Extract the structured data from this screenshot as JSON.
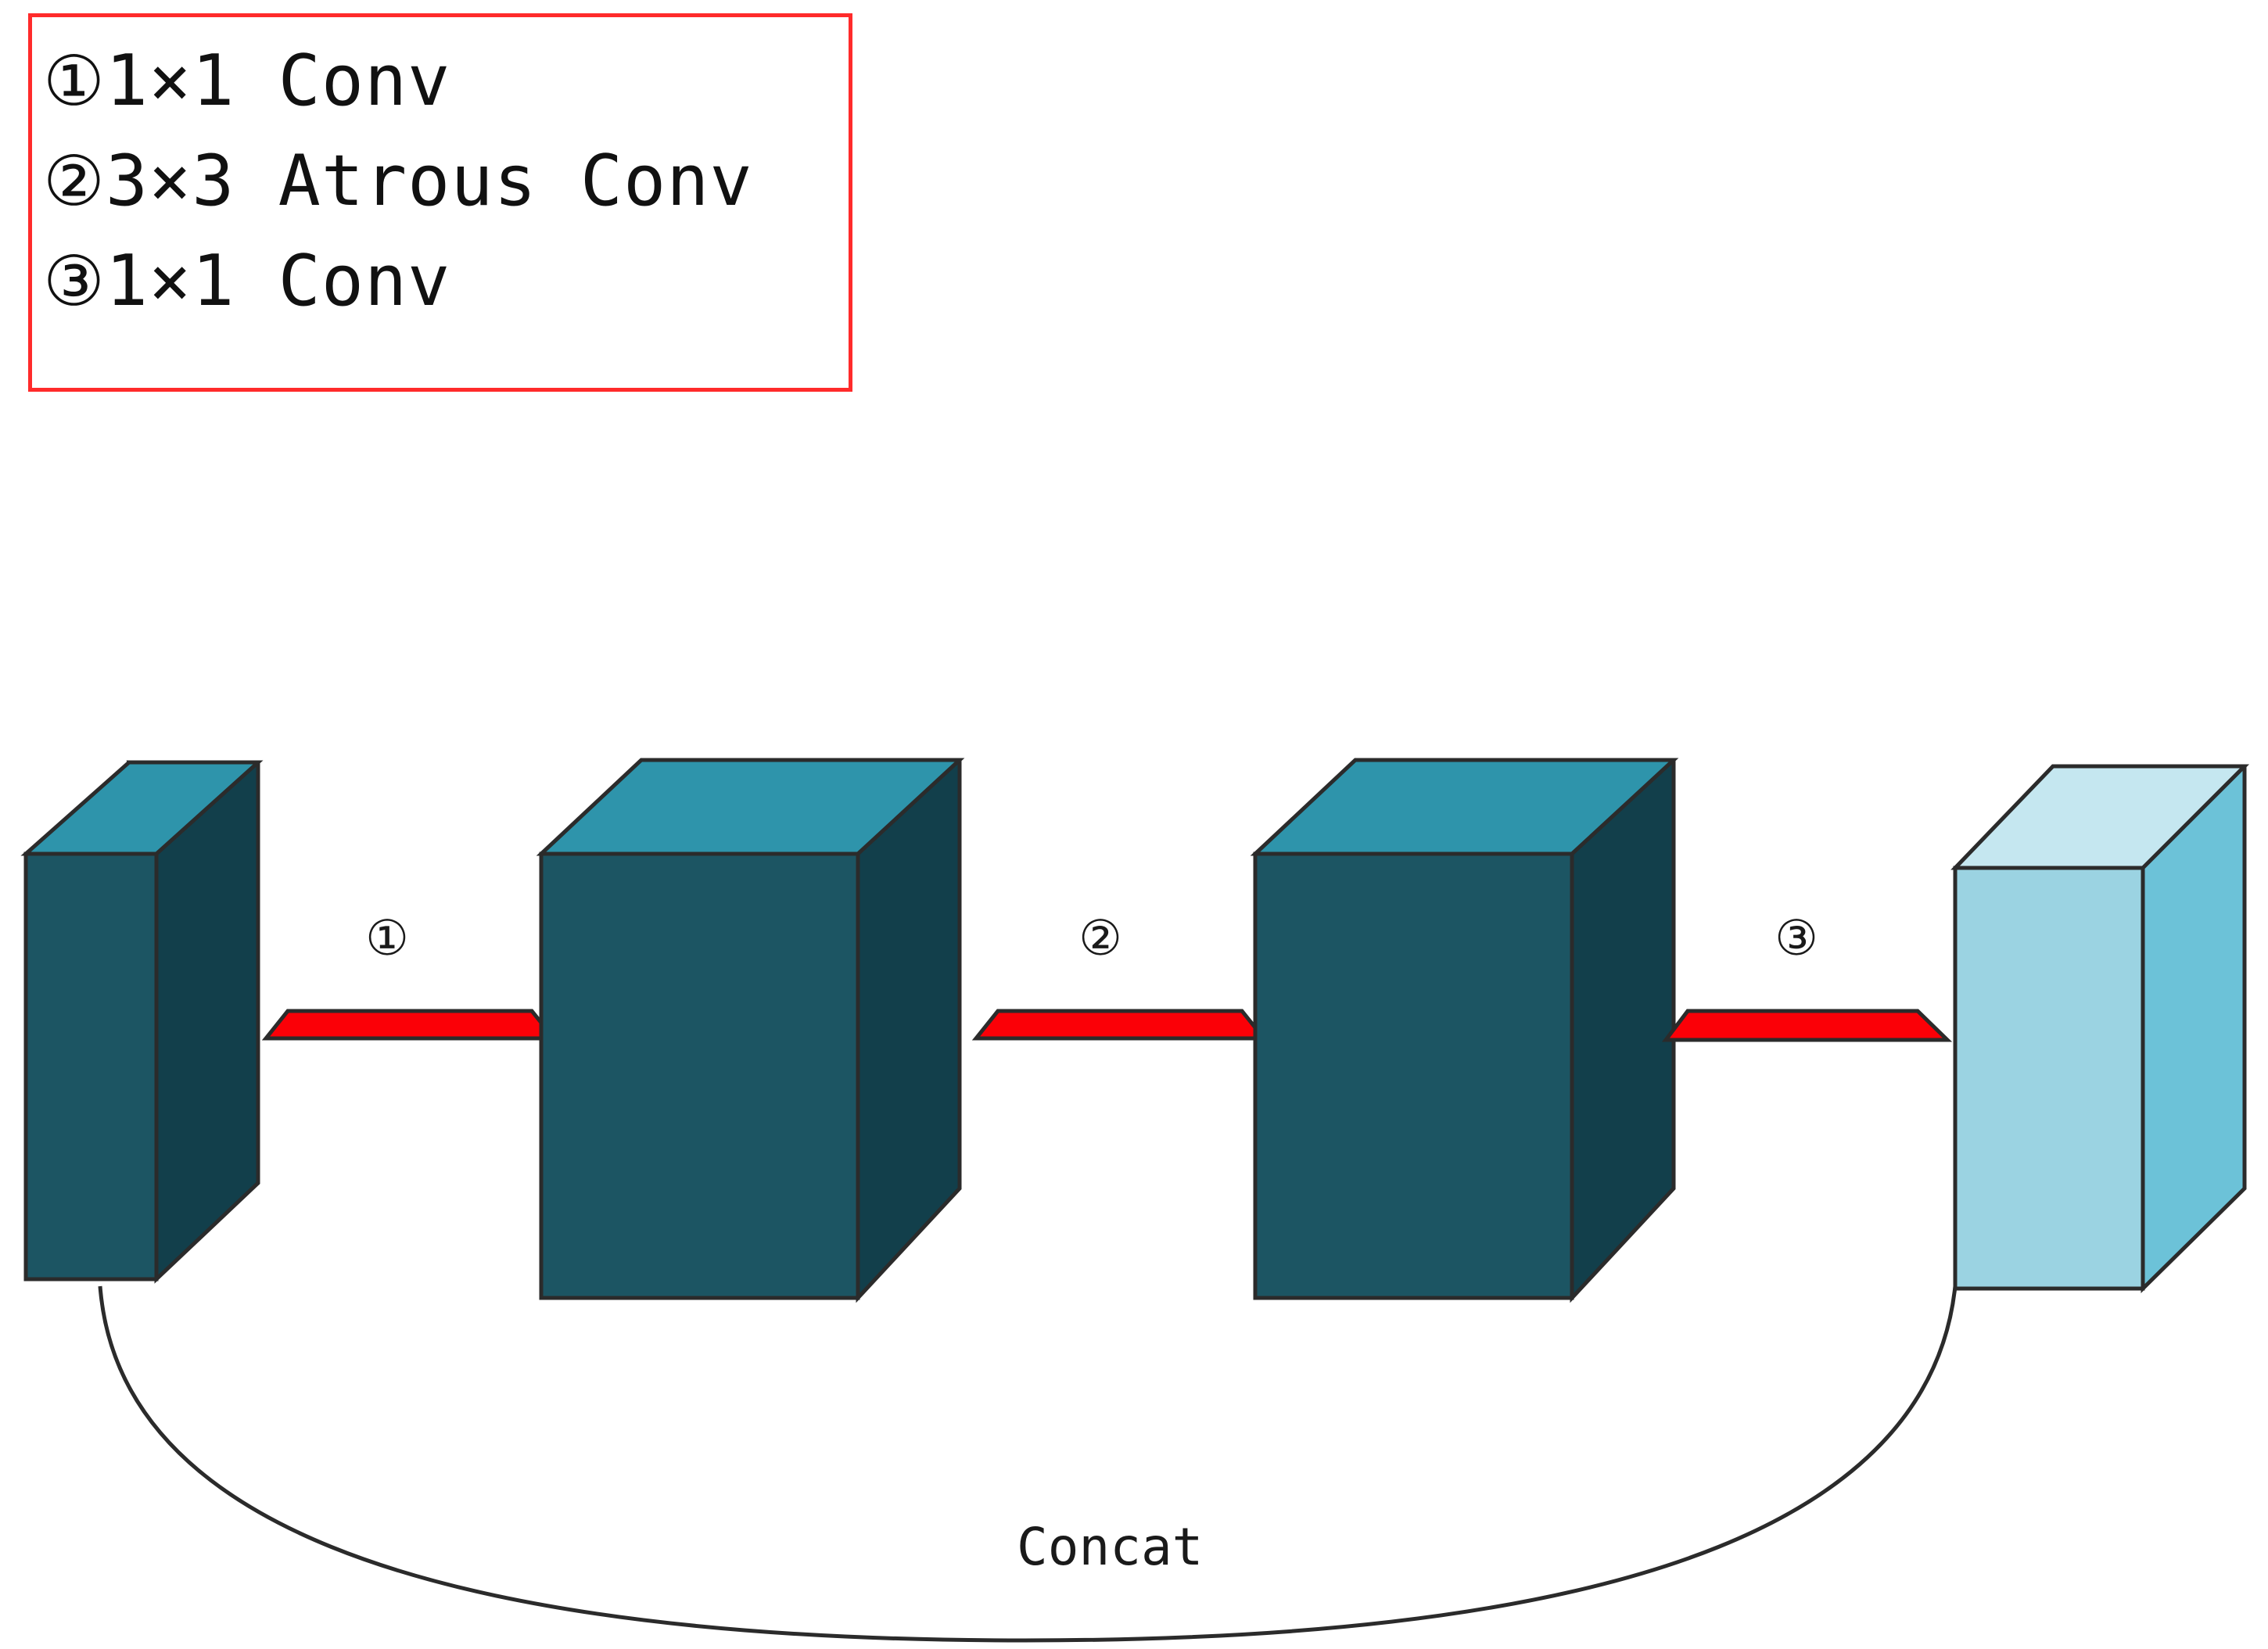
{
  "figure": {
    "type": "neural-network-block-diagram",
    "background_color": "#ffffff"
  },
  "legend": {
    "border_color": "#FF2B2B",
    "items": [
      {
        "marker": "①",
        "label": "1×1 Conv"
      },
      {
        "marker": "②",
        "label": "3×3 Atrous Conv"
      },
      {
        "marker": "③",
        "label": "1×1 Conv"
      }
    ]
  },
  "pipeline": {
    "blocks": [
      {
        "id": "input-block",
        "style": "dark-teal",
        "front": "#1c5563",
        "side": "#123f4b",
        "top": "#2e94ab"
      },
      {
        "id": "mid-block-1",
        "style": "dark-teal",
        "front": "#1c5563",
        "side": "#123f4b",
        "top": "#2e94ab"
      },
      {
        "id": "mid-block-2",
        "style": "dark-teal",
        "front": "#1c5563",
        "side": "#123f4b",
        "top": "#2e94ab"
      },
      {
        "id": "output-block",
        "style": "light-blue",
        "front": "#9bd3e2",
        "side": "#6cc2d8",
        "top": "#c5e7f0"
      }
    ],
    "connectors": [
      {
        "id": "conv-1",
        "color": "#FB0007",
        "step_label": "①"
      },
      {
        "id": "conv-2",
        "color": "#FB0007",
        "step_label": "②"
      },
      {
        "id": "conv-3",
        "color": "#FB0007",
        "step_label": "③"
      }
    ],
    "skip_connection": {
      "label": "Concat",
      "line_color": "#2b2b2b"
    }
  }
}
